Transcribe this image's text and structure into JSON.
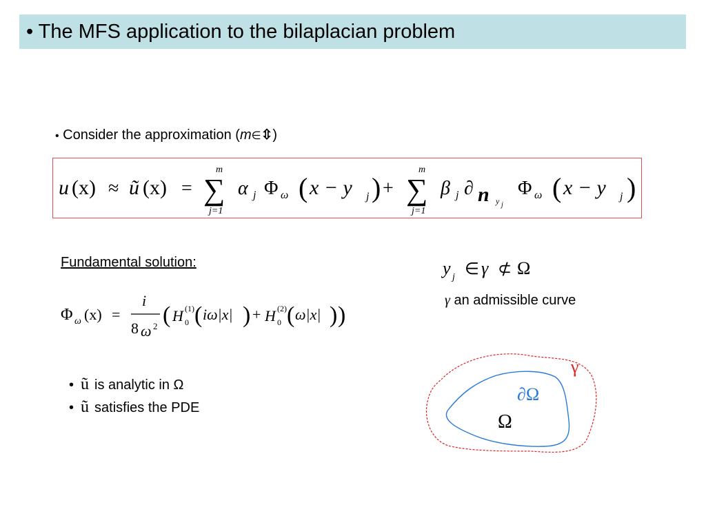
{
  "title": "• The MFS application to the bilaplacian problem",
  "approximation": {
    "bullet": "•",
    "text": "Consider the approximation (",
    "m": "m",
    "in": "∈",
    "set_symbol": "⇳",
    "close": ")"
  },
  "equation": {
    "lhs_u": "u",
    "lhs_x": "(x)",
    "approx": "≈",
    "tilde_u": "ũ",
    "tilde_x": "(x)",
    "equals": "=",
    "sum_symbol": "∑",
    "sum_top": "m",
    "sum_bottom": "j=1",
    "alpha": "α",
    "j": "j",
    "phi": "Φ",
    "omega": "ω",
    "paren_arg": "x − y",
    "plus": "+",
    "beta": "β",
    "partial": "∂",
    "n": "n",
    "y_sub": "y",
    "open_paren": "(",
    "close_paren": ")"
  },
  "fundamental": {
    "label": "Fundamental solution:",
    "phi": "Φ",
    "omega": "ω",
    "arg": "(x)",
    "equals": "=",
    "num": "i",
    "den": "8",
    "den_omega": "ω",
    "den_pow": "2",
    "H": "H",
    "sup1": "(1)",
    "sup2": "(2)",
    "sub0": "0",
    "term1": "iω|x|",
    "term2": "ω|x|",
    "plus": "+"
  },
  "yj": {
    "y": "y",
    "j": "j",
    "in": "∈",
    "gamma": "γ",
    "notsub": "⊄",
    "Omega": "Ω"
  },
  "curve": {
    "gamma": "γ",
    "text": " an admissible curve"
  },
  "properties": [
    {
      "bullet": "•",
      "u": "ũ",
      "text": "is analytic in Ω"
    },
    {
      "bullet": "•",
      "u": "ũ",
      "text": "satisfies the PDE"
    }
  ],
  "diagram": {
    "gamma_label": "γ",
    "boundary_label": "∂Ω",
    "domain_label": "Ω",
    "gamma_color": "#e02020",
    "boundary_color": "#2a7ad8"
  }
}
